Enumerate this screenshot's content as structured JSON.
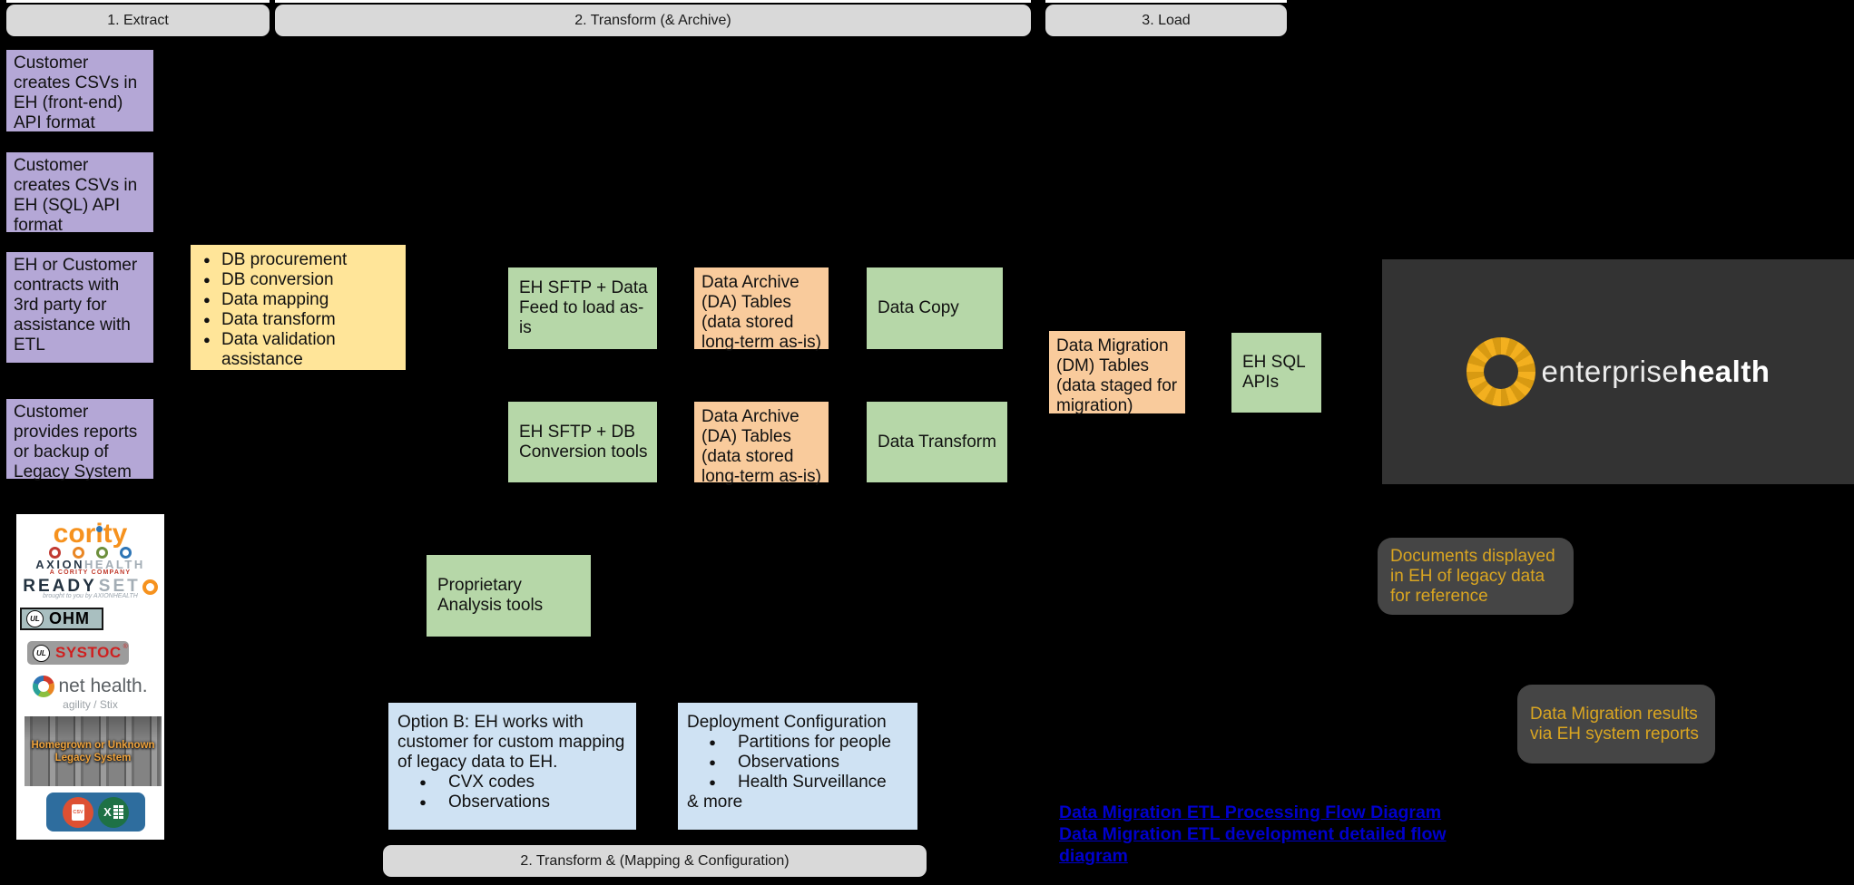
{
  "stage_pills": {
    "extract": "1. Extract",
    "transform_archive": "2. Transform (& Archive)",
    "load": "3. Load",
    "transform_mapping": "2. Transform & (Mapping & Configuration)"
  },
  "extract_boxes": [
    "Customer creates CSVs in EH (front-end) API format",
    "Customer creates CSVs in EH (SQL) API format",
    "EH or Customer contracts with 3rd party for assistance with ETL",
    "Customer provides reports or backup of Legacy System"
  ],
  "third_party_services": [
    "DB procurement",
    "DB conversion",
    "Data mapping",
    "Data transform",
    "Data validation assistance"
  ],
  "transform_boxes": {
    "sftp_data_feed": "EH SFTP + Data Feed to load as-is",
    "sftp_db_conversion": "EH SFTP + DB Conversion tools",
    "data_archive_1": "Data Archive (DA) Tables (data stored long-term as-is)",
    "data_archive_2": "Data Archive (DA) Tables (data stored long-term as-is)",
    "data_copy": "Data Copy",
    "data_transform": "Data Transform",
    "proprietary_analysis": "Proprietary Analysis tools"
  },
  "load_boxes": {
    "dm_tables": "Data Migration (DM) Tables (data staged for migration)",
    "eh_sql_apis": "EH SQL APIs"
  },
  "option_b": {
    "intro": "Option B: EH works with customer for custom mapping of legacy data to EH.",
    "items": [
      "CVX codes",
      "Observations"
    ]
  },
  "deployment_config": {
    "title": "Deployment Configuration",
    "items": [
      "Partitions for people",
      "Observations",
      "Health Surveillance"
    ],
    "suffix": "& more"
  },
  "callouts": {
    "documents": "Documents displayed in EH of legacy data for reference",
    "results": "Data Migration results via EH system reports"
  },
  "links": [
    "Data Migration ETL Processing Flow Diagram",
    "Data Migration ETL development detailed flow diagram"
  ],
  "enterprise_health": {
    "brand_light": "enterprise",
    "brand_bold": "health"
  },
  "legacy_systems": {
    "cority": "cority",
    "axion": "AXION",
    "axion_health": "HEALTH",
    "axion_tagline": "A CORITY COMPANY",
    "ready": "READY",
    "set": "SET",
    "readyset_tagline": "brought to you by AXIONHEALTH",
    "ul_mark": "UL",
    "ohm": "OHM",
    "systoc": "SYSTOC",
    "systoc_reg": "®",
    "net_health": "net health.",
    "net_health_tagline": "agility / Stix",
    "homegrown_line1": "Homegrown or Unknown",
    "homegrown_line2": "Legacy System",
    "csv_label": "CSV",
    "excel_label": "X"
  },
  "colors": {
    "background": "#000000",
    "pill_gray": "#d9d9d9",
    "purple": "#b4a7d6",
    "yellow": "#ffe599",
    "green": "#b6d7a8",
    "orange": "#f9cb9c",
    "light_blue": "#cfe2f3",
    "dark_panel": "#333333",
    "callout_bg": "#454545",
    "callout_text": "#d9a521",
    "link_blue": "#0000cc",
    "eh_sun_yellow": "#f3b01f",
    "cority_orange": "#f6921e",
    "systoc_red": "#cf1f1f"
  }
}
